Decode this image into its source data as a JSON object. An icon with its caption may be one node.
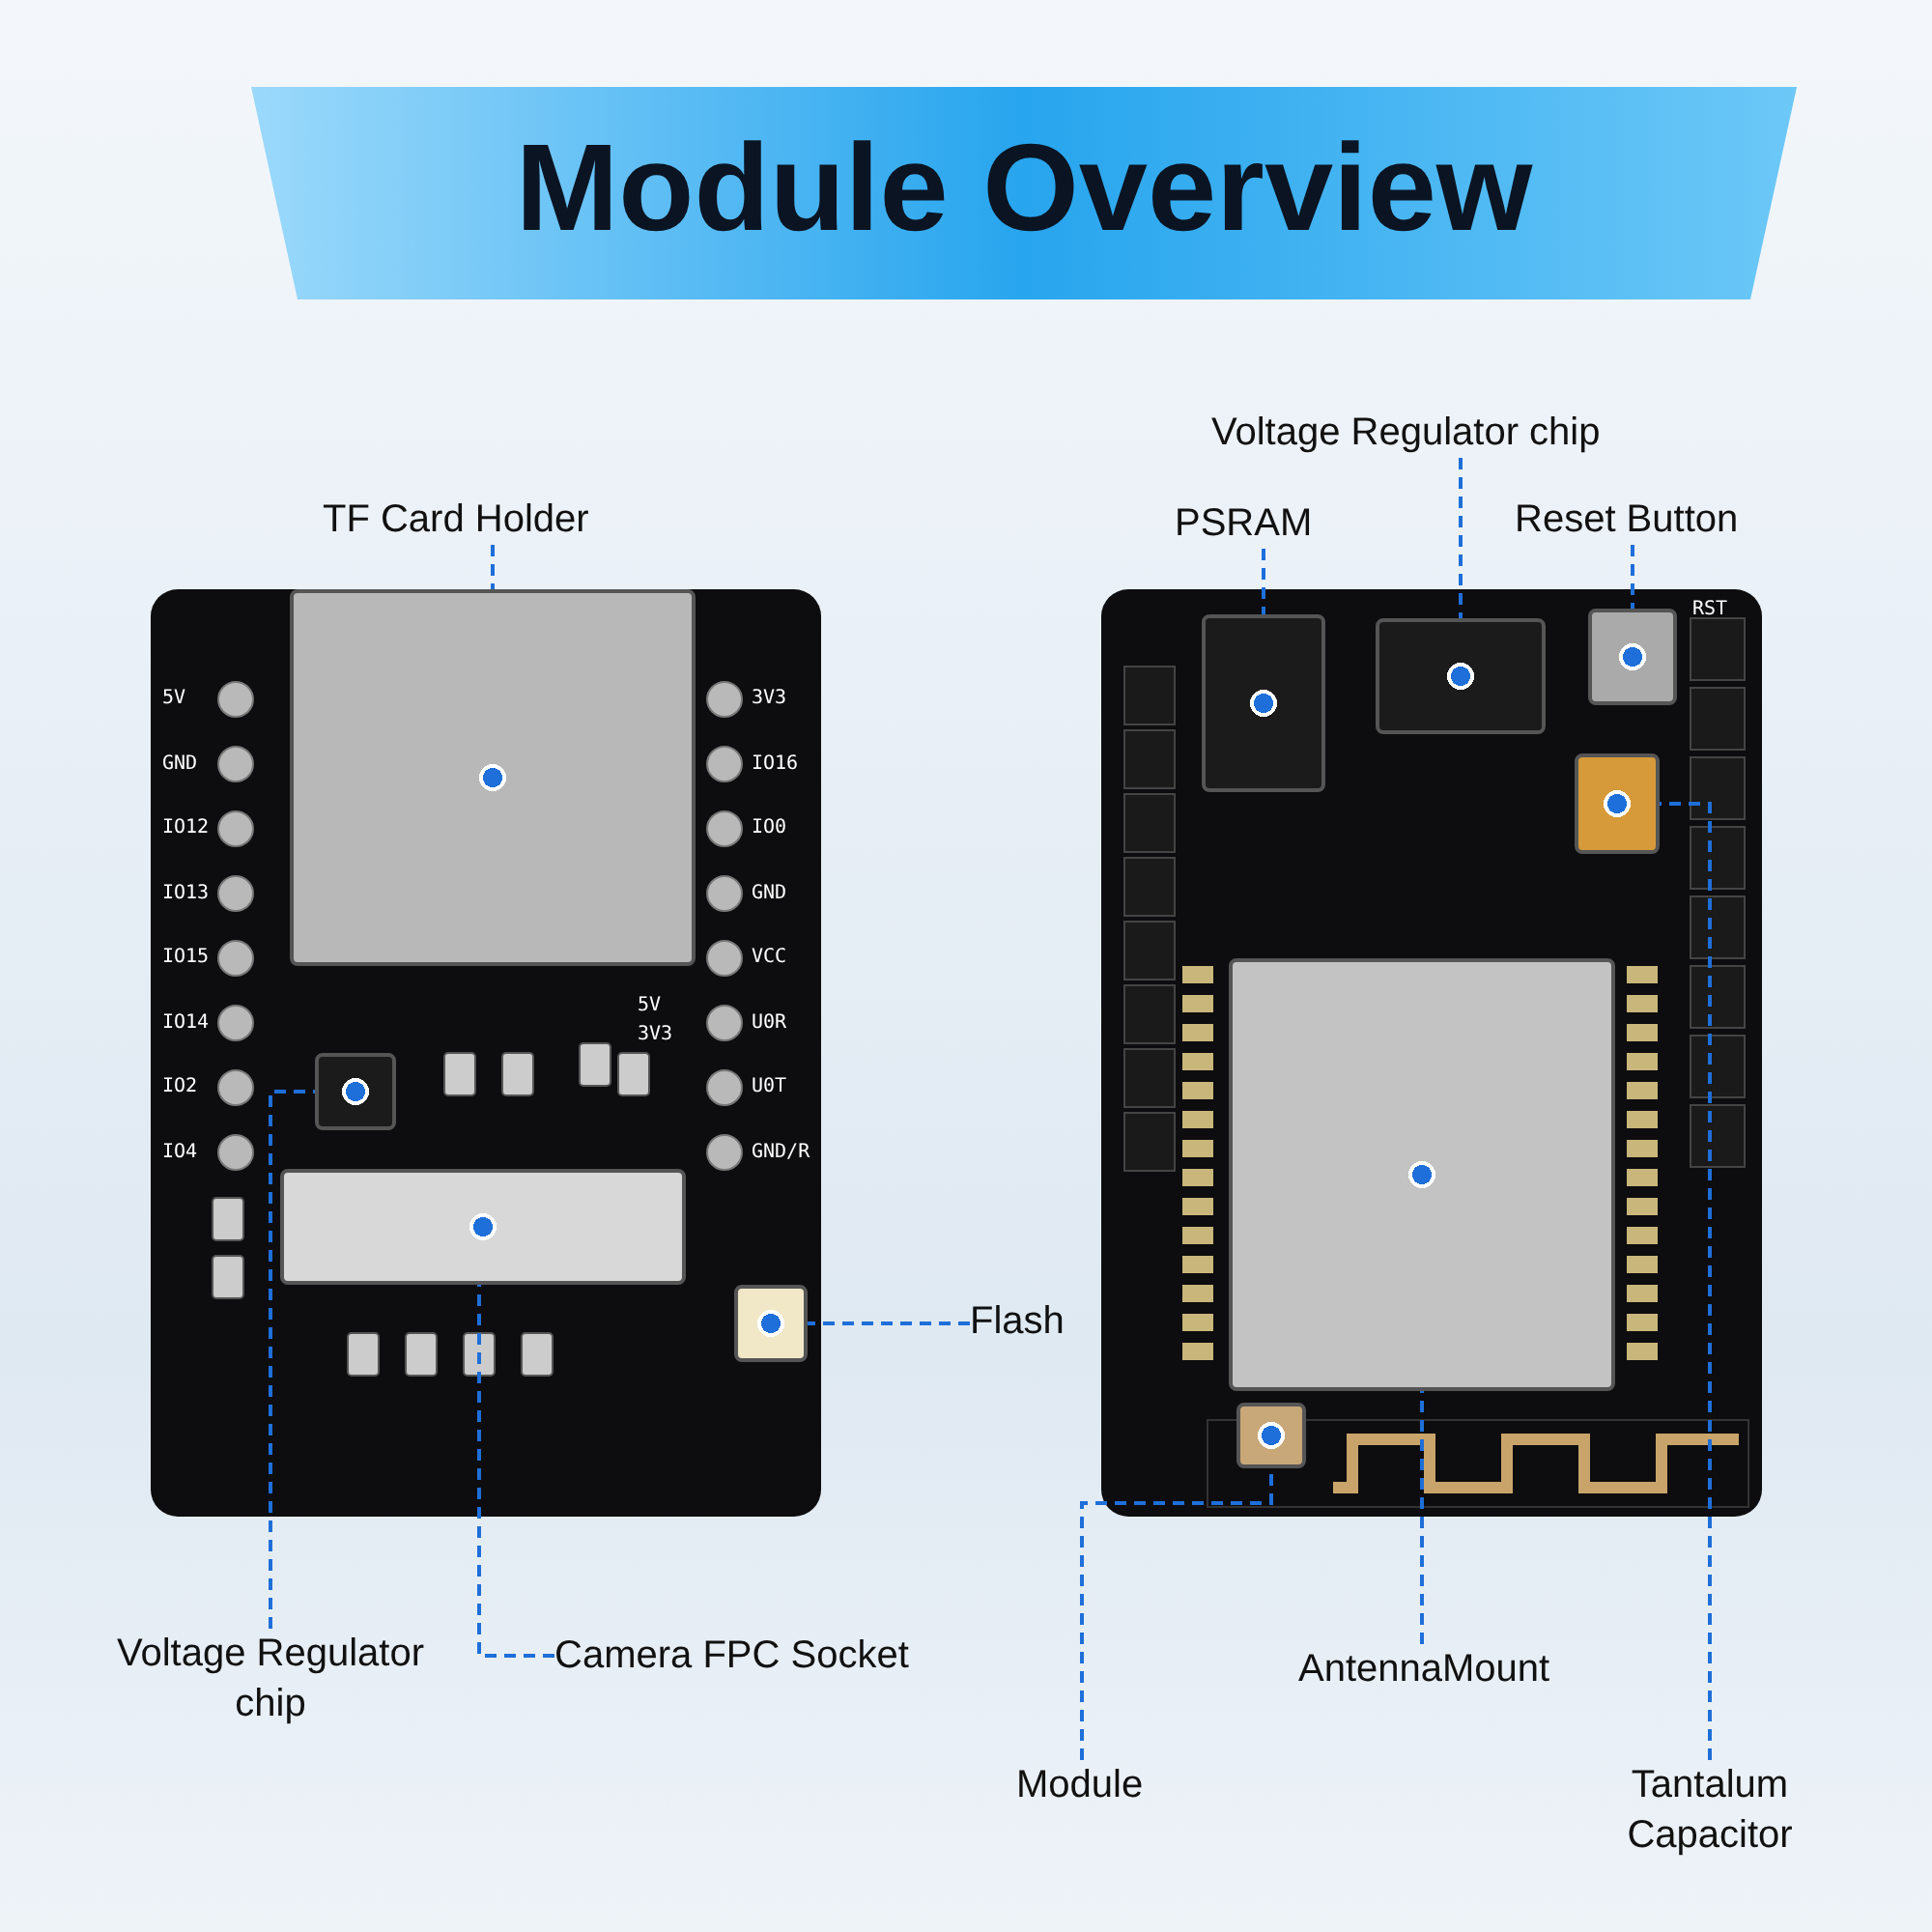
{
  "diagram": {
    "title": "Module Overview",
    "nodes": [
      {
        "text": [
          "TF Card Holder"
        ]
      },
      {
        "text": [],
        "shape": "box"
      },
      {
        "text": [
          "Voltage Regulator chip"
        ]
      },
      {
        "text": [
          "PSRAM"
        ]
      },
      {
        "text": [
          "Reset Button"
        ]
      },
      {
        "text": [],
        "shape": "box"
      },
      {
        "text": [],
        "shape": "box"
      },
      {
        "text": [],
        "shape": "box"
      },
      {
        "text": [],
        "shape": "box"
      },
      {
        "text": [],
        "shape": "box"
      },
      {
        "text": [],
        "shape": "box"
      },
      {
        "text": [],
        "shape": "box"
      },
      {
        "text": [],
        "shape": "box"
      },
      {
        "text": [],
        "shape": "box"
      },
      {
        "text": [
          "Flash"
        ]
      },
      {
        "text": [
          "Voltage Regulator chip"
        ]
      },
      {
        "text": [
          "Camera FPC Socket"
        ]
      },
      {
        "text": [
          "AntennaMount"
        ]
      },
      {
        "text": [
          "Module"
        ]
      },
      {
        "text": [
          "Tantalum Capacitor"
        ]
      }
    ],
    "edges": [
      {
        "from": 0,
        "to": 1,
        "arrow": "none",
        "style": "dashed"
      },
      {
        "from": 2,
        "to": 6,
        "arrow": "none",
        "style": "dashed"
      },
      {
        "from": 3,
        "to": 5,
        "arrow": "none",
        "style": "dashed"
      },
      {
        "from": 4,
        "to": 7,
        "arrow": "none",
        "style": "dashed"
      },
      {
        "from": 14,
        "to": 10,
        "arrow": "none",
        "style": "dashed"
      },
      {
        "from": 15,
        "to": 8,
        "arrow": "none",
        "style": "dashed"
      },
      {
        "from": 16,
        "to": 9,
        "arrow": "none",
        "style": "dashed"
      },
      {
        "from": 17,
        "to": 11,
        "arrow": "none",
        "style": "dashed"
      },
      {
        "from": 18,
        "to": 12,
        "arrow": "none",
        "style": "dashed"
      },
      {
        "from": 19,
        "to": 13,
        "arrow": "none",
        "style": "dashed"
      }
    ],
    "labels": [
      "5V",
      "GND",
      "IO12",
      "IO13",
      "IO15",
      "IO14",
      "IO2",
      "IO4",
      "3V3",
      "IO16",
      "IO0",
      "GND",
      "VCC",
      "U0R",
      "U0T",
      "GND/R",
      "5V",
      "3V3",
      "RST"
    ]
  }
}
